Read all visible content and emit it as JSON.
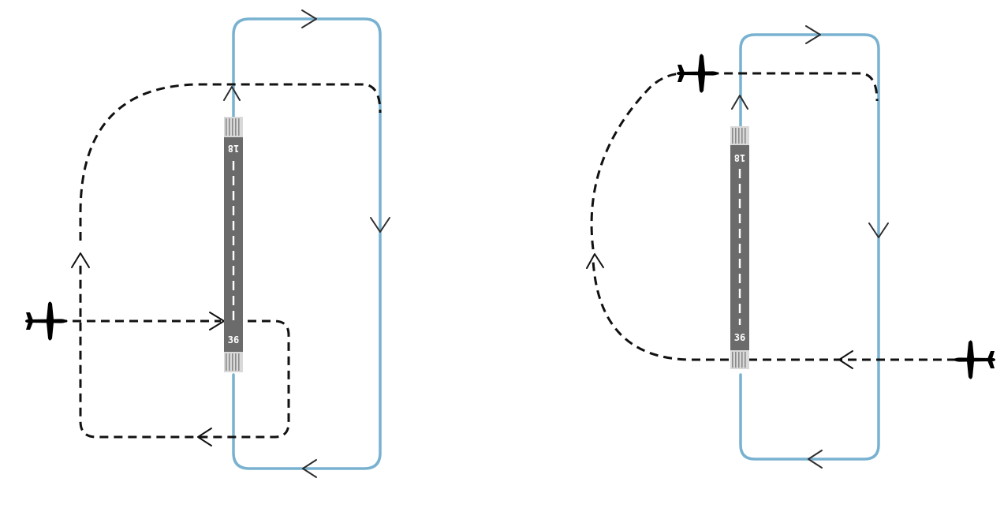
{
  "colors": {
    "pattern_line": "#78b2d0",
    "track_line": "#111111",
    "runway": "#6b6b6b",
    "runway_markings": "#ffffff"
  },
  "panels": [
    {
      "runway": {
        "north_designator": "18",
        "south_designator": "36"
      },
      "aircraft_icon": "airplane-icon",
      "aircraft_heading": "east"
    },
    {
      "runway": {
        "north_designator": "18",
        "south_designator": "36"
      },
      "aircraft_icon": "airplane-icon",
      "aircraft_heading": "west"
    }
  ]
}
